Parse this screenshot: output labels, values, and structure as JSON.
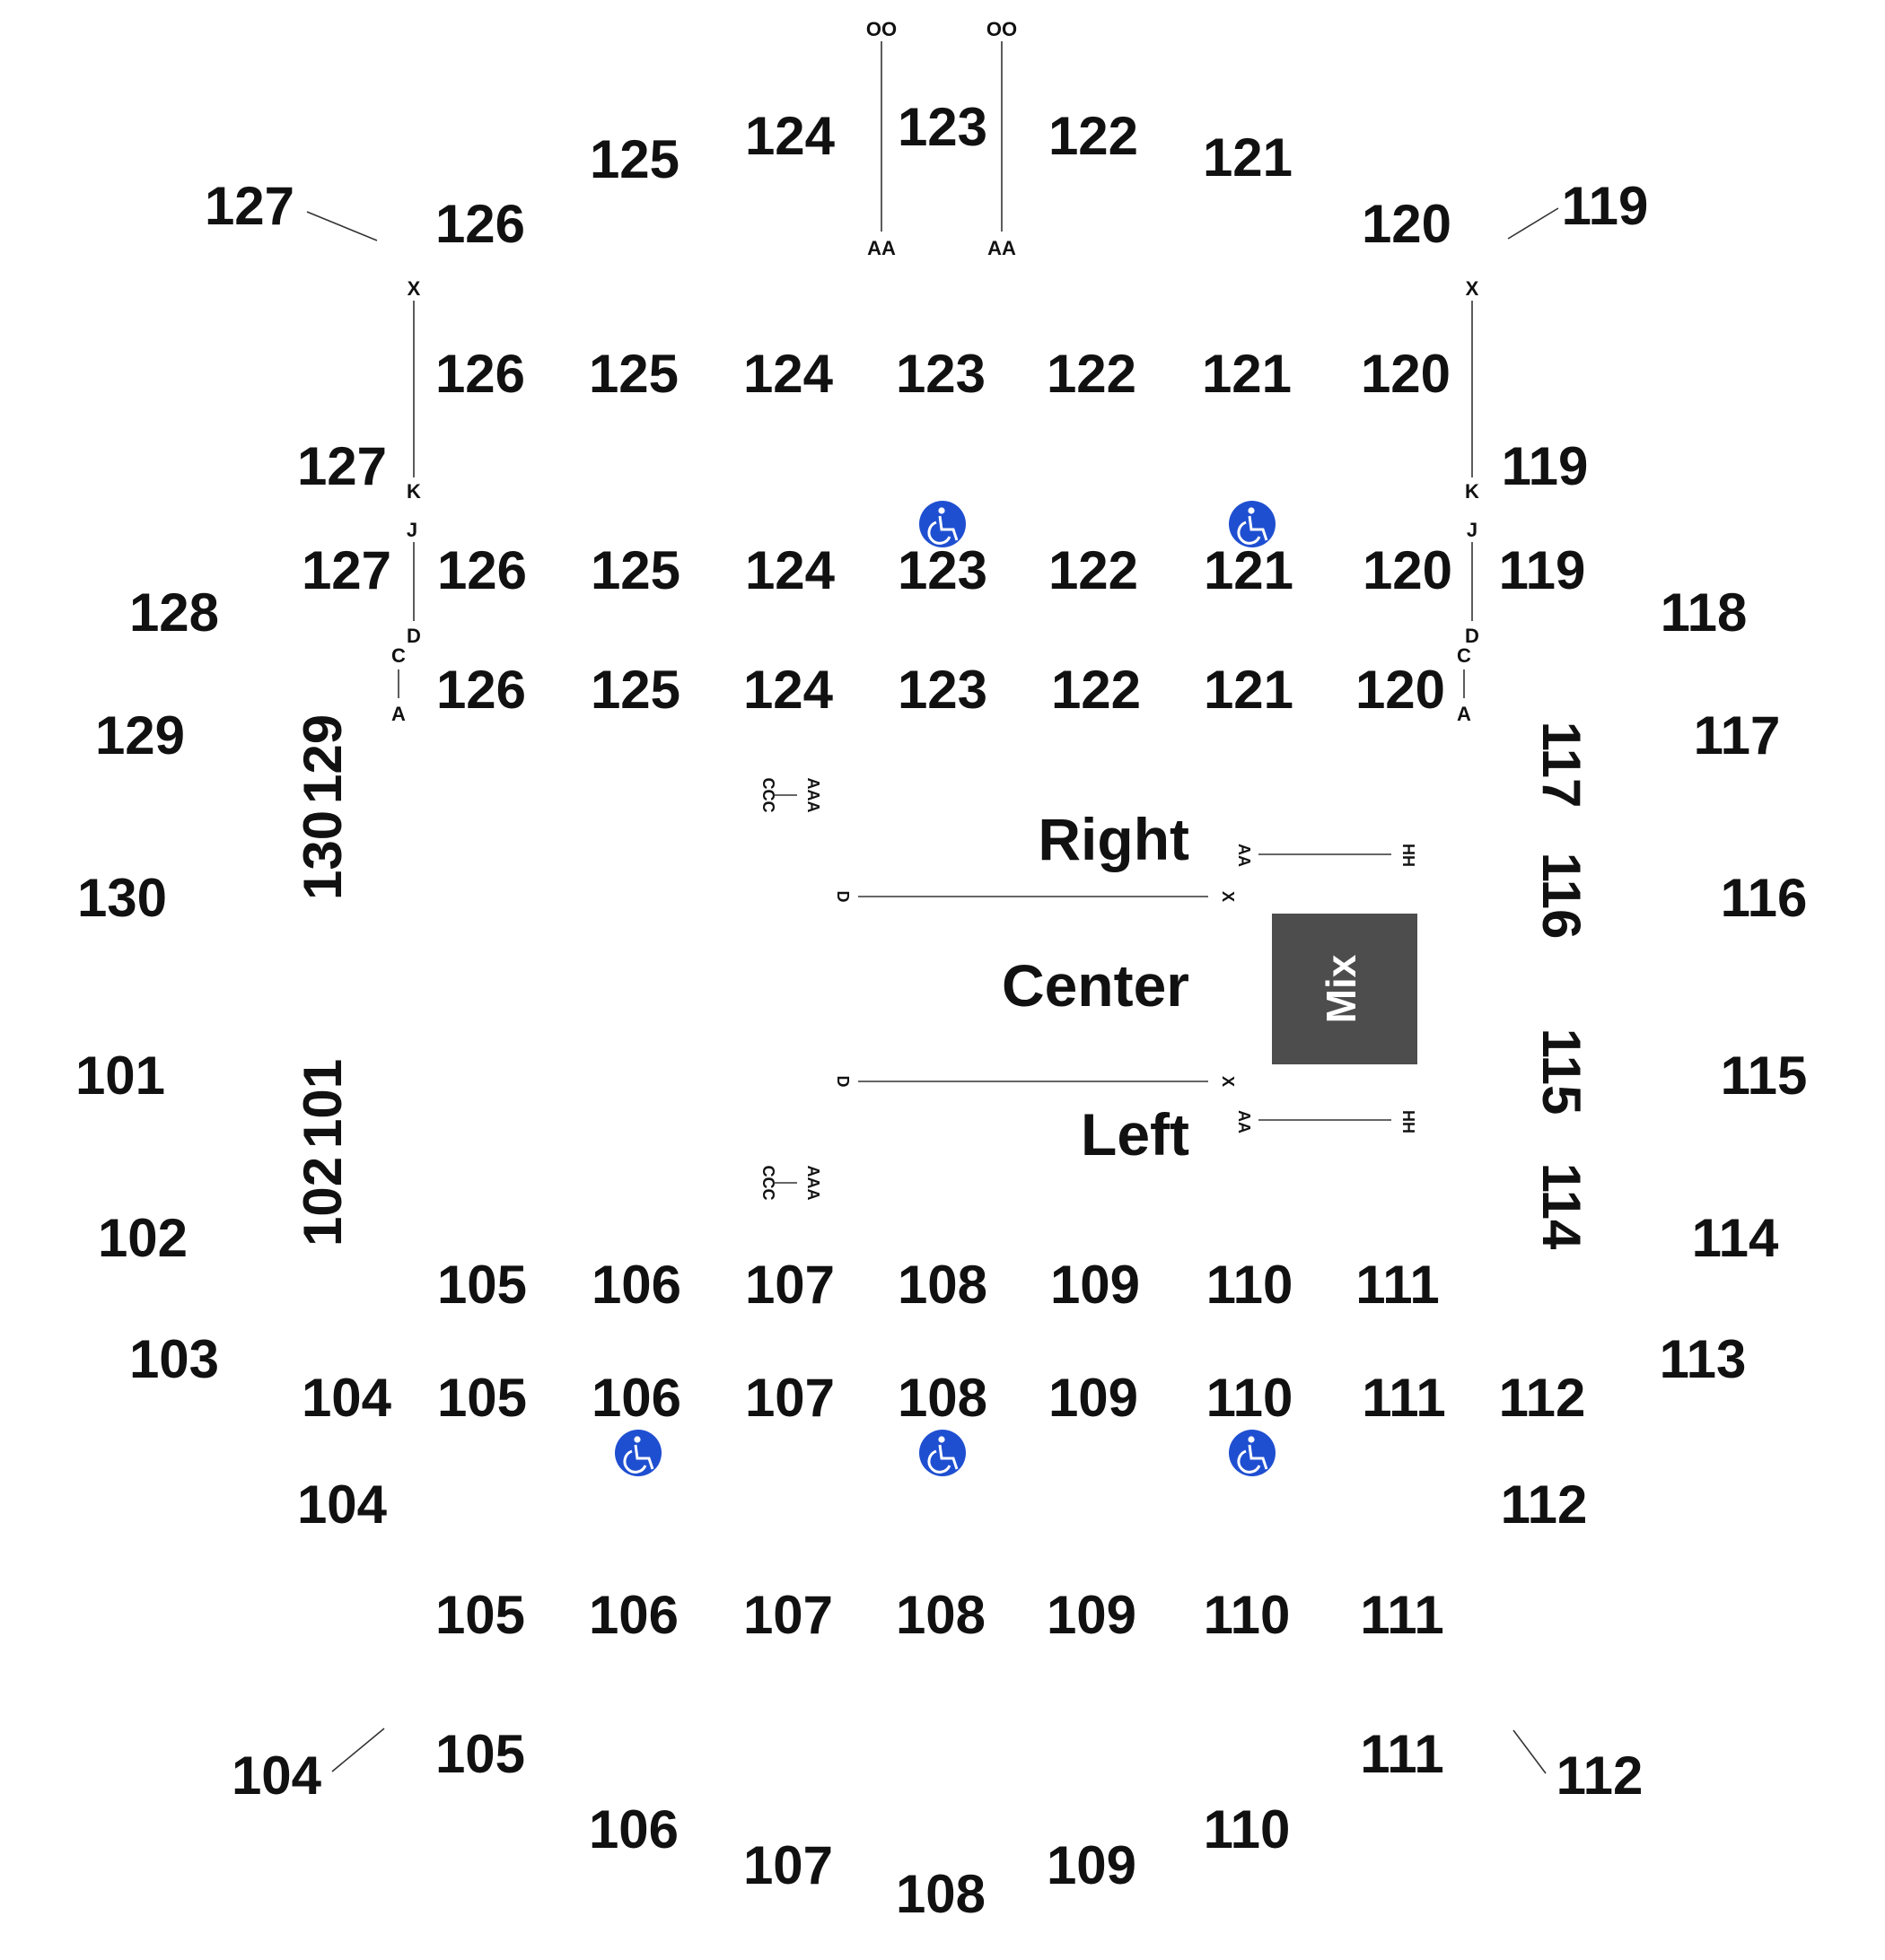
{
  "colors": {
    "section_text": "#111111",
    "mix_fill": "#4d4d4d",
    "mix_text": "#ffffff",
    "accessible_fill": "#1f4fd1",
    "line": "#333333"
  },
  "zones": {
    "right": "Right",
    "center": "Center",
    "left": "Left",
    "mix": "Mix"
  },
  "sections": {
    "s127": "127",
    "s119": "119",
    "s128": "128",
    "s118": "118",
    "s129": "129",
    "s117": "117",
    "s130": "130",
    "s116": "116",
    "s101": "101",
    "s115": "115",
    "s102": "102",
    "s114": "114",
    "s103": "103",
    "s113": "113",
    "s104": "104",
    "s112": "112",
    "s126": "126",
    "s125": "125",
    "s124": "124",
    "s123": "123",
    "s122": "122",
    "s121": "121",
    "s120": "120",
    "s105": "105",
    "s106": "106",
    "s107": "107",
    "s108": "108",
    "s109": "109",
    "s110": "110",
    "s111": "111"
  },
  "rows": {
    "oo": "OO",
    "aa": "AA",
    "x": "X",
    "k": "K",
    "j": "J",
    "d": "D",
    "c": "C",
    "a": "A",
    "ccc": "CCC",
    "aaa": "AAA",
    "hh": "HH"
  },
  "icons": {
    "accessible": "wheelchair-icon"
  }
}
